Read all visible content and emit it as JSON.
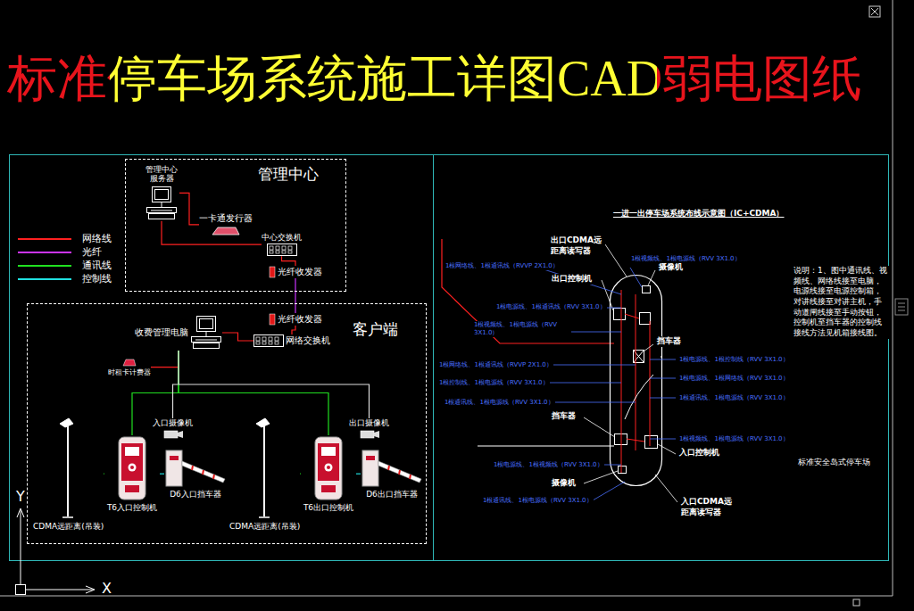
{
  "diagram": {
    "title": "标准停车场系统施工详图CAD弱电图纸",
    "nodes": [
      {
        "text": [
          "管理中心"
        ]
      },
      {
        "text": [
          "管理中心 服务器"
        ],
        "in": 0
      },
      {
        "text": [
          "一卡通发行器"
        ],
        "in": 0
      },
      {
        "text": [
          "中心交换机"
        ],
        "in": 0
      },
      {
        "text": [
          "光纤收发器"
        ],
        "in": 0
      },
      {
        "text": [
          "客户端"
        ]
      },
      {
        "text": [
          "光纤收发器"
        ],
        "in": 5
      },
      {
        "text": [
          "网络交换机"
        ],
        "in": 5
      },
      {
        "text": [
          "收费管理电脑"
        ],
        "in": 5
      },
      {
        "text": [
          "时租卡计费器"
        ],
        "in": 5
      },
      {
        "text": [
          "入口摄像机"
        ],
        "in": 5
      },
      {
        "text": [
          "D6入口挡车器"
        ],
        "in": 5
      },
      {
        "text": [
          "T6入口控制机"
        ],
        "in": 5
      },
      {
        "text": [
          "CDMA远距离(吊装)"
        ],
        "in": 5
      },
      {
        "text": [
          "出口摄像机"
        ],
        "in": 5
      },
      {
        "text": [
          "D6出口挡车器"
        ],
        "in": 5
      },
      {
        "text": [
          "T6出口控制机"
        ],
        "in": 5
      },
      {
        "text": [
          "CDMA远距离(吊装)"
        ],
        "in": 5
      }
    ],
    "edges": [
      {
        "from": 1,
        "to": 3,
        "arrow": "none"
      },
      {
        "from": 1,
        "to": 2,
        "arrow": "none"
      },
      {
        "from": 3,
        "to": 4,
        "arrow": "none"
      },
      {
        "from": 4,
        "to": 6,
        "arrow": "none"
      },
      {
        "from": 6,
        "to": 7,
        "arrow": "none"
      },
      {
        "from": 7,
        "to": 8,
        "arrow": "none"
      },
      {
        "from": 8,
        "to": 9,
        "arrow": "none"
      },
      {
        "from": 8,
        "to": 12,
        "arrow": "none"
      },
      {
        "from": 8,
        "to": 10,
        "arrow": "none"
      },
      {
        "from": 12,
        "to": 11,
        "arrow": "none"
      },
      {
        "from": 13,
        "to": 12,
        "arrow": "none"
      },
      {
        "from": 8,
        "to": 16,
        "arrow": "none"
      },
      {
        "from": 8,
        "to": 14,
        "arrow": "none"
      },
      {
        "from": 16,
        "to": 15,
        "arrow": "none"
      },
      {
        "from": 17,
        "to": 16,
        "arrow": "none"
      }
    ],
    "labels": [
      "一进一出停车场系统布线示意图（IC+CDMA）",
      "出口CDMA远距离读写器",
      "出口控制机",
      "摄像机",
      "挡车器",
      "挡车器",
      "摄像机",
      "入口控制机",
      "入口CDMA远距离读写器",
      "1根视频线、1根电源线（RVV 3X1.0）",
      "1根网络线、1根通讯线（RVVP 2X1.0）",
      "1根电源线、1根通讯线（RVV 3X1.0）",
      "1根视频线、1根电源线（RVV 3X1.0）",
      "1根网络线、1根通讯线（RVVP 2X1.0）",
      "1根控制线、1根电源线（RVV 3X1.0）",
      "1根通讯线、1根电源线（RVV 3X1.0）",
      "1根电源线、1根控制线（RVV 3X1.0）",
      "1根电源线、1根网络线（RVV 3X1.0）",
      "1根通讯线、1根电源线（RVV 3X1.0）",
      "1根视频线、1根电源线（RVV 3X1.0）",
      "1根电源线、1根视频线（RVV 3X1.0）",
      "1根通讯线、1根电源线（RVV 3X1.0）",
      "说明：1、图中通讯线、视频线、网络线接至电脑，电源线接至电源控制箱，对讲线接至对讲主机，手动道闸线接至手动按钮，控制机至挡车器的控制线接线方法见机箱接线图。",
      "标准安全岛式停车场",
      "Y",
      "X"
    ],
    "legend": [
      {
        "text": "网络线",
        "color": "#ff2020"
      },
      {
        "text": "光纤",
        "color": "#cc33ff"
      },
      {
        "text": "通讯线",
        "color": "#20e020"
      },
      {
        "text": "控制线",
        "color": "#20e0e0"
      }
    ]
  }
}
